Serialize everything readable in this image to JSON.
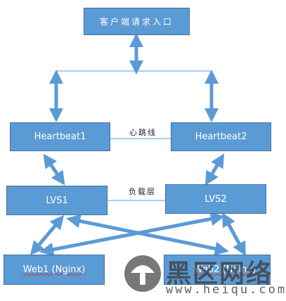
{
  "nodes": {
    "entry": "客户端请求入口",
    "heartbeat1": "Heartbeat1",
    "heartbeat2": "Heartbeat2",
    "lvs1": "LVS1",
    "lvs2": "LVS2",
    "web1": "Web1 (Nginx)",
    "web2": "Web2 (Nginx)"
  },
  "links": {
    "heartbeat": "心跳线",
    "load_layer": "负载层"
  },
  "watermark": {
    "brand": "黑区网络",
    "url": "www.heiqu.com"
  },
  "colors": {
    "box_fill": "#5b9bd5",
    "box_border": "#41719c",
    "line": "#5b9bd5"
  }
}
